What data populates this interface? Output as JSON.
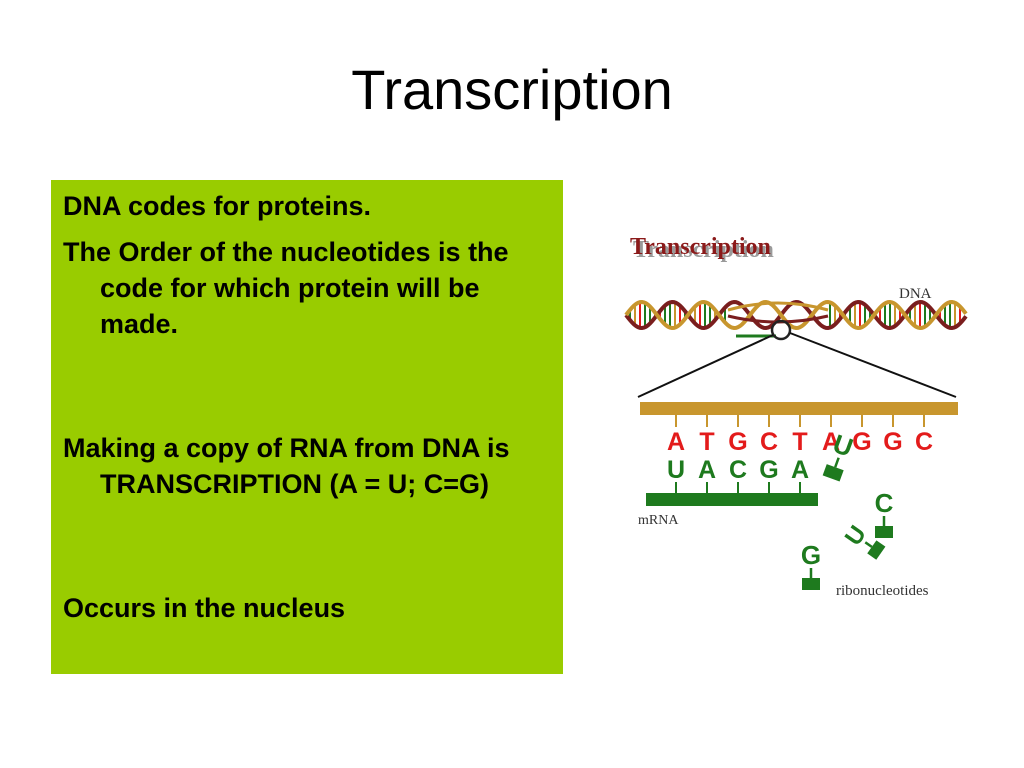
{
  "slide": {
    "title": "Transcription"
  },
  "content": {
    "bullets": [
      "DNA codes for proteins.",
      "The Order of the nucleotides is the code for which protein will be made.",
      "Making a copy of RNA from DNA is TRANSCRIPTION (A = U; C=G)",
      "Occurs in the nucleus"
    ]
  },
  "diagram": {
    "heading": "Transcription",
    "dna_label": "DNA",
    "dna_bases": [
      "A",
      "T",
      "G",
      "C",
      "T",
      "A",
      "G",
      "G",
      "C"
    ],
    "mrna_bases": [
      "U",
      "A",
      "C",
      "G",
      "A"
    ],
    "mrna_label": "mRNA",
    "free_nucleotides": [
      "U",
      "C",
      "U",
      "G"
    ],
    "ribonucleotides_label": "ribonucleotides",
    "colors": {
      "dna_strand": "#c8962e",
      "dna_base_text": "#e31b1b",
      "rna_green": "#1e7a1e",
      "heading_red": "#8b1a1a",
      "box_green": "#99cc00"
    }
  }
}
